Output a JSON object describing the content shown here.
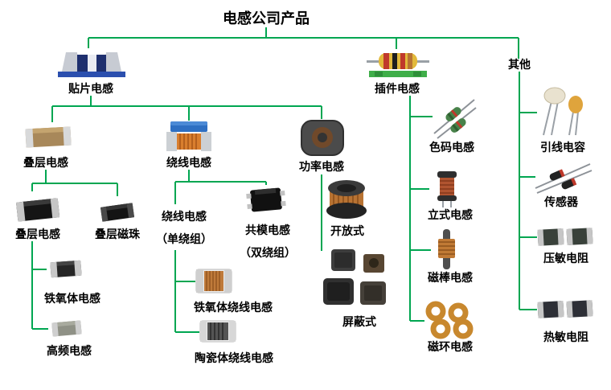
{
  "title": "电感公司产品",
  "colors": {
    "connector": "#00a651"
  },
  "chip": {
    "label": "贴片电感",
    "multilayer": {
      "label": "叠层电感"
    },
    "multilayer_sub": {
      "label": "叠层电感"
    },
    "bead": {
      "label": "叠层磁珠"
    },
    "ferrite": {
      "label": "铁氧体电感"
    },
    "high_freq": {
      "label": "高频电感"
    },
    "wirewound": {
      "label": "绕线电感"
    },
    "wirewound_single": {
      "line1": "绕线电感",
      "line2": "（单绕组）"
    },
    "common_mode": {
      "line1": "共模电感",
      "line2": "（双绕组）"
    },
    "ferrite_wirewound": {
      "label": "铁氧体绕线电感"
    },
    "ceramic_wirewound": {
      "label": "陶瓷体绕线电感"
    },
    "power": {
      "label": "功率电感"
    },
    "open_type": {
      "label": "开放式"
    },
    "shielded_type": {
      "label": "屏蔽式"
    }
  },
  "plugin": {
    "label": "插件电感",
    "color_code": {
      "label": "色码电感"
    },
    "vertical": {
      "label": "立式电感"
    },
    "rod": {
      "label": "磁棒电感"
    },
    "ring": {
      "label": "磁环电感"
    }
  },
  "other": {
    "label": "其他",
    "lead_capacitor": {
      "label": "引线电容"
    },
    "sensor": {
      "label": "传感器"
    },
    "varistor": {
      "label": "压敏电阻"
    },
    "thermistor": {
      "label": "热敏电阻"
    }
  }
}
